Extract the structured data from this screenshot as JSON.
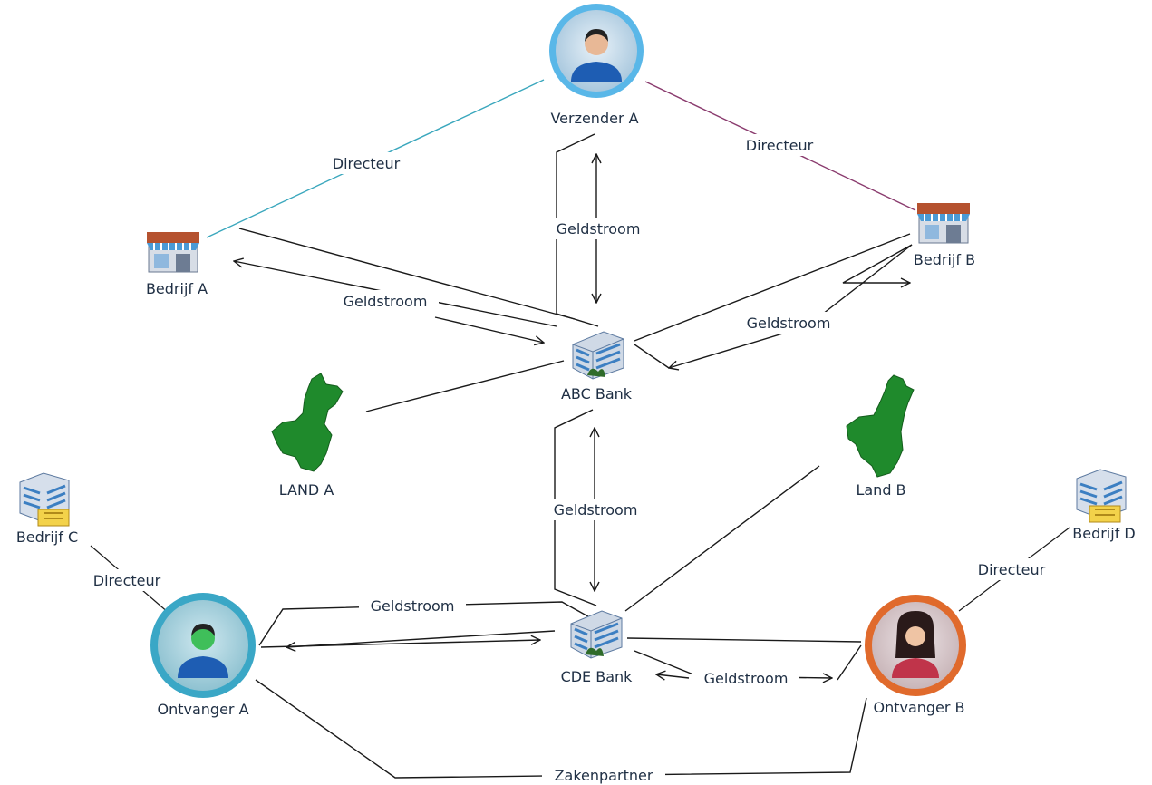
{
  "nodes": {
    "verzender_a": {
      "label": "Verzender A",
      "kind": "person"
    },
    "bedrijf_a": {
      "label": "Bedrijf A",
      "kind": "shop"
    },
    "bedrijf_b": {
      "label": "Bedrijf B",
      "kind": "shop"
    },
    "abc_bank": {
      "label": "ABC Bank",
      "kind": "bank"
    },
    "land_a": {
      "label": "LAND A",
      "kind": "country"
    },
    "land_b": {
      "label": "Land B",
      "kind": "country"
    },
    "bedrijf_c": {
      "label": "Bedrijf C",
      "kind": "company"
    },
    "bedrijf_d": {
      "label": "Bedrijf D",
      "kind": "company"
    },
    "cde_bank": {
      "label": "CDE Bank",
      "kind": "bank"
    },
    "ontvanger_a": {
      "label": "Ontvanger A",
      "kind": "person"
    },
    "ontvanger_b": {
      "label": "Ontvanger B",
      "kind": "person-female"
    }
  },
  "edges": {
    "directeur_a": "Directeur",
    "directeur_b": "Directeur",
    "directeur_c": "Directeur",
    "directeur_d": "Directeur",
    "geld_verzender_abc": "Geldstroom",
    "geld_bedrijfa_abc": "Geldstroom",
    "geld_abc_bedrijfb": "Geldstroom",
    "geld_abc_cde": "Geldstroom",
    "geld_ontvangera_cde": "Geldstroom",
    "geld_cde_ontvangerb": "Geldstroom",
    "zakenpartner": "Zakenpartner"
  },
  "colors": {
    "directeur_a_line": "#3aa7bd",
    "directeur_b_line": "#8a3b6e",
    "edge_line": "#1a1a1a",
    "country_fill": "#1f8a2c",
    "person_ring_blue": "#59b7e8",
    "person_ring_orange": "#e06a2c",
    "label_text": "#1f2f44"
  }
}
